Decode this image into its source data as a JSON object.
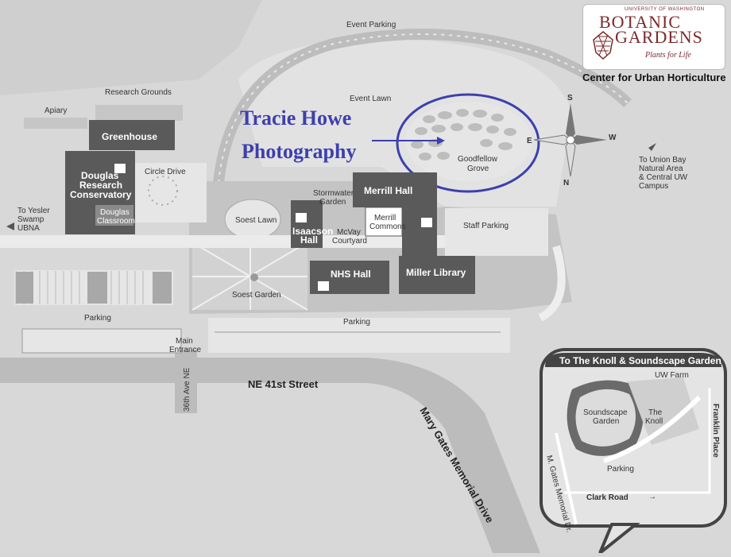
{
  "logo": {
    "university": "UNIVERSITY OF WASHINGTON",
    "line1": "BOTANIC",
    "line2": "GARDENS",
    "tagline": "Plants for Life",
    "icon": "pinecone-icon",
    "brand_color": "#7b2a2a"
  },
  "center_title": "Center for Urban Horticulture",
  "watermark": {
    "line1": "Tracie Howe",
    "line2": "Photography",
    "color": "#3d3fae"
  },
  "labels": {
    "event_parking": "Event Parking",
    "research_grounds": "Research Grounds",
    "apiary": "Apiary",
    "event_lawn": "Event Lawn",
    "goodfellow_1": "Goodfellow",
    "goodfellow_2": "Grove",
    "circle_drive": "Circle Drive",
    "stormwater_1": "Stormwater",
    "stormwater_2": "Garden",
    "soest_lawn": "Soest Lawn",
    "mcvay_1": "McVay",
    "mcvay_2": "Courtyard",
    "soest_garden": "Soest Garden",
    "staff_parking": "Staff Parking",
    "parking_left": "Parking",
    "parking_center": "Parking",
    "main_entrance_1": "Main",
    "main_entrance_2": "Entrance",
    "yesler_1": "To Yesler",
    "yesler_2": "Swamp",
    "yesler_3": "UBNA",
    "union_bay_1": "To Union Bay",
    "union_bay_2": "Natural Area",
    "union_bay_3": "& Central UW",
    "union_bay_4": "Campus"
  },
  "buildings": {
    "greenhouse": "Greenhouse",
    "douglas_1": "Douglas",
    "douglas_2": "Research",
    "douglas_3": "Conservatory",
    "classroom_1": "Douglas",
    "classroom_2": "Classroom",
    "merrill_hall": "Merrill Hall",
    "merrill_commons_1": "Merrill",
    "merrill_commons_2": "Commons",
    "isaacson_1": "Isaacson",
    "isaacson_2": "Hall",
    "nhs_hall": "NHS Hall",
    "miller_library": "Miller Library"
  },
  "streets": {
    "ne41": "NE 41st Street",
    "ave36": "36th Ave NE",
    "mary_gates": "Mary Gates Memorial Drive"
  },
  "compass": {
    "s": "S",
    "e": "E",
    "w": "W",
    "n": "N"
  },
  "inset": {
    "title": "To The Knoll & Soundscape Garden",
    "uw_farm": "UW Farm",
    "soundscape_1": "Soundscape",
    "soundscape_2": "Garden",
    "knoll_1": "The",
    "knoll_2": "Knoll",
    "parking": "Parking",
    "mgates": "M. Gates Memorial Dr.",
    "clark_road": "Clark Road",
    "franklin_place": "Franklin Place"
  },
  "colors": {
    "background": "#d6d6d6",
    "building": "#5a5a5a",
    "road": "#bcbcbc",
    "highlight": "#3d3fae"
  }
}
